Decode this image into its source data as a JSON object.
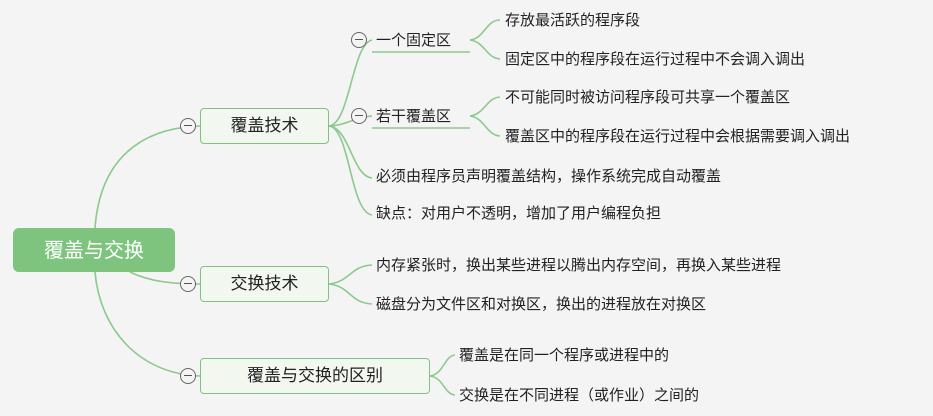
{
  "root": "覆盖与交换",
  "overlay": {
    "label": "覆盖技术",
    "fixed": {
      "label": "一个固定区",
      "items": [
        "存放最活跃的程序段",
        "固定区中的程序段在运行过程中不会调入调出"
      ]
    },
    "several": {
      "label": "若干覆盖区",
      "items": [
        "不可能同时被访问程序段可共享一个覆盖区",
        "覆盖区中的程序段在运行过程中会根据需要调入调出"
      ]
    },
    "notes": [
      "必须由程序员声明覆盖结构，操作系统完成自动覆盖",
      "缺点：对用户不透明，增加了用户编程负担"
    ]
  },
  "swap": {
    "label": "交换技术",
    "items": [
      "内存紧张时，换出某些进程以腾出内存空间，再换入某些进程",
      "磁盘分为文件区和对换区，换出的进程放在对换区"
    ]
  },
  "diff": {
    "label": "覆盖与交换的区别",
    "items": [
      "覆盖是在同一个程序或进程中的",
      "交换是在不同进程（或作业）之间的"
    ]
  },
  "colors": {
    "accent": "#7ec47e",
    "topic_bg": "#f2f7ef",
    "background": "#f4f4f4"
  }
}
